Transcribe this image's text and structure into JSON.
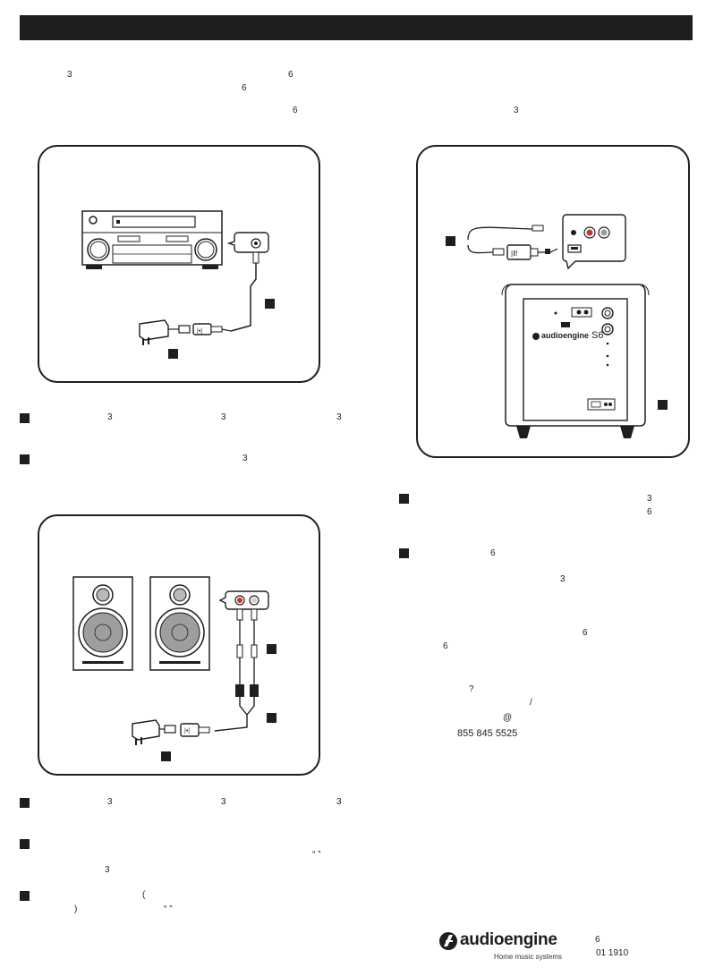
{
  "fragments": {
    "intro_a": "3",
    "intro_b": "6",
    "intro_c": "6",
    "intro_d": "6",
    "intro_e": "3",
    "step1_a": "3",
    "step1_b": "3",
    "step1_c": "3",
    "step2_a": "3",
    "right1_a": "3",
    "right1_b": "6",
    "right2_a": "6",
    "right2_b": "3",
    "right2_c": "6",
    "right2_d": "6",
    "right2_q": "?",
    "right2_slash": "/",
    "right2_at": "@",
    "phone": "855 845 5525",
    "step3_a": "3",
    "step3_b": "3",
    "step3_c": "3",
    "step4_quotes": "“ ”",
    "step4_a": "3",
    "step5_paren_open": "(",
    "step5_paren_close": ")",
    "step5_quotes": "“ ”"
  },
  "footer": {
    "brand": "audioengine",
    "tagline": "Home music systems",
    "model_code": "6",
    "doc_code": "01 1910"
  },
  "product": {
    "model_badge": "S6",
    "brand_on_device": "audioengine"
  },
  "icons": {
    "bullet": "step-bullet-square",
    "receiver": "av-receiver-illustration",
    "subwoofer": "subwoofer-illustration",
    "speakers": "bookshelf-speakers-illustration",
    "adapter": "power-adapter-icon",
    "transmitter": "wireless-adapter-icon"
  },
  "colors": {
    "ink": "#1e1e1e",
    "rca_red": "#c0392b",
    "rca_white": "#cfcfcf"
  }
}
